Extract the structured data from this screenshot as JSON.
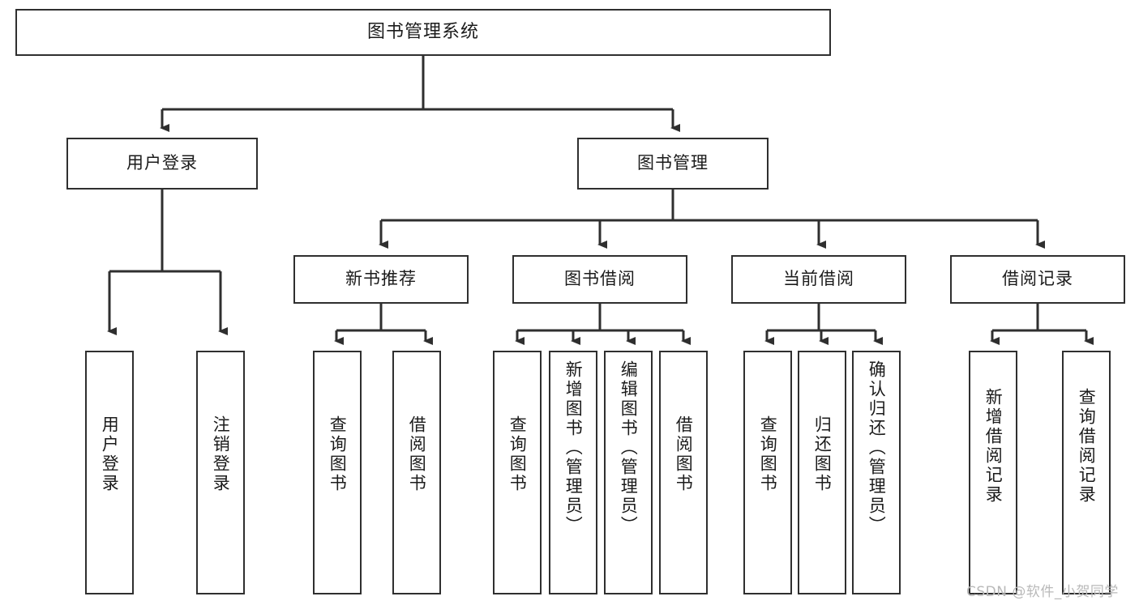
{
  "diagram": {
    "title": "图书管理系统",
    "type": "hierarchy-tree",
    "levels": 4,
    "root": {
      "id": "root",
      "label": "图书管理系统"
    },
    "level2": [
      {
        "id": "user-login",
        "label": "用户登录"
      },
      {
        "id": "book-manage",
        "label": "图书管理"
      }
    ],
    "level3": [
      {
        "id": "new-book-recommend",
        "label": "新书推荐",
        "parent": "book-manage"
      },
      {
        "id": "book-borrow",
        "label": "图书借阅",
        "parent": "book-manage"
      },
      {
        "id": "current-borrow",
        "label": "当前借阅",
        "parent": "book-manage"
      },
      {
        "id": "borrow-record",
        "label": "借阅记录",
        "parent": "book-manage"
      }
    ],
    "leaves": [
      {
        "id": "leaf-user-login",
        "label": "用户登录",
        "parent": "user-login"
      },
      {
        "id": "leaf-logout-login",
        "label": "注销登录",
        "parent": "user-login"
      },
      {
        "id": "leaf-query-book-1",
        "label": "查询图书",
        "parent": "new-book-recommend"
      },
      {
        "id": "leaf-borrow-book-1",
        "label": "借阅图书",
        "parent": "new-book-recommend"
      },
      {
        "id": "leaf-query-book-2",
        "label": "查询图书",
        "parent": "book-borrow"
      },
      {
        "id": "leaf-add-book",
        "label": "新增图书（管理员）",
        "parent": "book-borrow"
      },
      {
        "id": "leaf-edit-book",
        "label": "编辑图书（管理员）",
        "parent": "book-borrow"
      },
      {
        "id": "leaf-borrow-book-2",
        "label": "借阅图书",
        "parent": "book-borrow"
      },
      {
        "id": "leaf-query-book-3",
        "label": "查询图书",
        "parent": "current-borrow"
      },
      {
        "id": "leaf-return-book",
        "label": "归还图书",
        "parent": "current-borrow"
      },
      {
        "id": "leaf-confirm-return",
        "label": "确认归还（管理员）",
        "parent": "current-borrow"
      },
      {
        "id": "leaf-add-record",
        "label": "新增借阅记录",
        "parent": "borrow-record"
      },
      {
        "id": "leaf-query-record",
        "label": "查询借阅记录",
        "parent": "borrow-record"
      }
    ]
  },
  "watermark": {
    "text": "CSDN @软件_小贺同学"
  },
  "colors": {
    "stroke": "#2f2f2f",
    "box_fill": "#ffffff",
    "text": "#1b1b1b",
    "watermark": "#b9b9b9",
    "background": "#ffffff"
  }
}
